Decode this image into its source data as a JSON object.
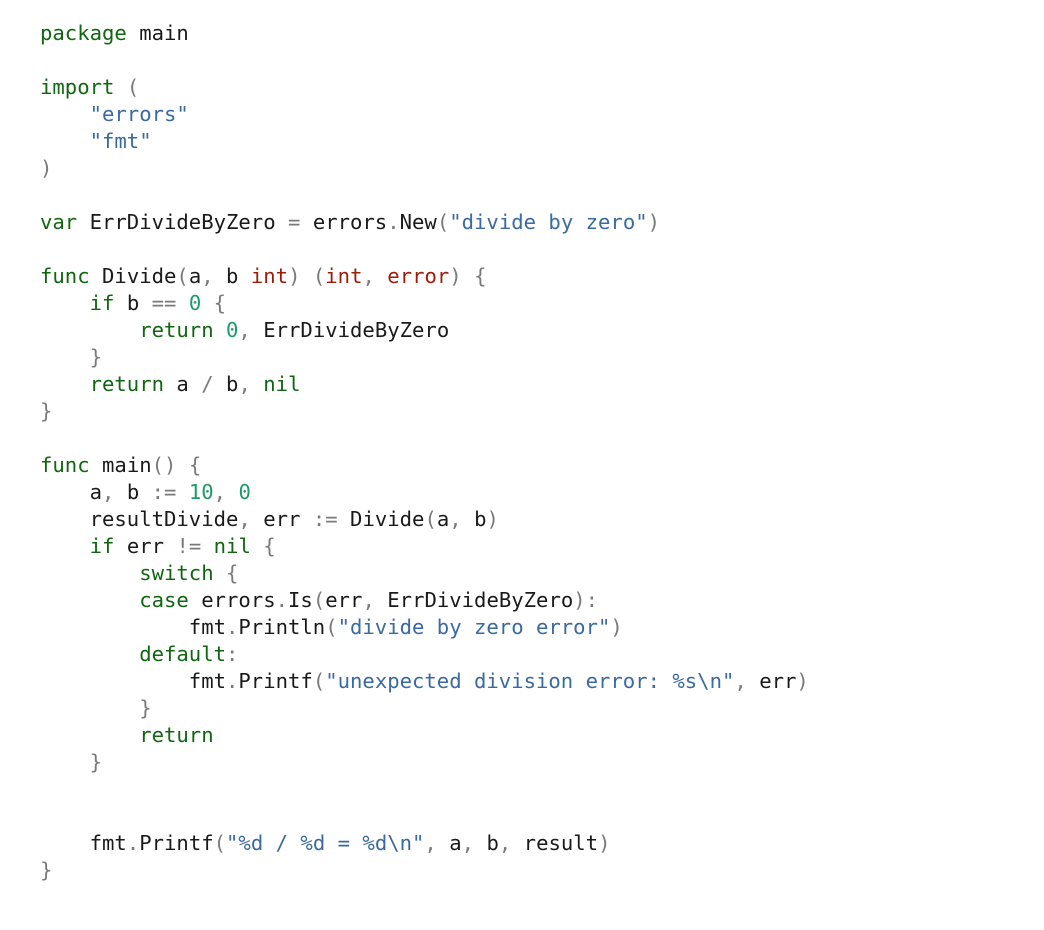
{
  "colors": {
    "keyword": "#116611",
    "type": "#9a1d0c",
    "string": "#3a6aa0",
    "number": "#1e9b69",
    "punctuation": "#7a7a7a",
    "identifier": "#1a1a1a",
    "background": "#ffffff"
  },
  "lines": [
    [
      {
        "t": "kw",
        "v": "package"
      },
      {
        "t": "ws",
        "v": " "
      },
      {
        "t": "id",
        "v": "main"
      }
    ],
    [],
    [
      {
        "t": "kw",
        "v": "import"
      },
      {
        "t": "ws",
        "v": " "
      },
      {
        "t": "pn",
        "v": "("
      }
    ],
    [
      {
        "t": "ws",
        "v": "    "
      },
      {
        "t": "str",
        "v": "\"errors\""
      }
    ],
    [
      {
        "t": "ws",
        "v": "    "
      },
      {
        "t": "str",
        "v": "\"fmt\""
      }
    ],
    [
      {
        "t": "pn",
        "v": ")"
      }
    ],
    [],
    [
      {
        "t": "kw",
        "v": "var"
      },
      {
        "t": "ws",
        "v": " "
      },
      {
        "t": "id",
        "v": "ErrDivideByZero"
      },
      {
        "t": "ws",
        "v": " "
      },
      {
        "t": "op",
        "v": "="
      },
      {
        "t": "ws",
        "v": " "
      },
      {
        "t": "id",
        "v": "errors"
      },
      {
        "t": "pn",
        "v": "."
      },
      {
        "t": "id",
        "v": "New"
      },
      {
        "t": "pn",
        "v": "("
      },
      {
        "t": "str",
        "v": "\"divide by zero\""
      },
      {
        "t": "pn",
        "v": ")"
      }
    ],
    [],
    [
      {
        "t": "kw",
        "v": "func"
      },
      {
        "t": "ws",
        "v": " "
      },
      {
        "t": "id",
        "v": "Divide"
      },
      {
        "t": "pn",
        "v": "("
      },
      {
        "t": "id",
        "v": "a"
      },
      {
        "t": "pn",
        "v": ","
      },
      {
        "t": "ws",
        "v": " "
      },
      {
        "t": "id",
        "v": "b"
      },
      {
        "t": "ws",
        "v": " "
      },
      {
        "t": "ty",
        "v": "int"
      },
      {
        "t": "pn",
        "v": ")"
      },
      {
        "t": "ws",
        "v": " "
      },
      {
        "t": "pn",
        "v": "("
      },
      {
        "t": "ty",
        "v": "int"
      },
      {
        "t": "pn",
        "v": ","
      },
      {
        "t": "ws",
        "v": " "
      },
      {
        "t": "ty",
        "v": "error"
      },
      {
        "t": "pn",
        "v": ")"
      },
      {
        "t": "ws",
        "v": " "
      },
      {
        "t": "pn",
        "v": "{"
      }
    ],
    [
      {
        "t": "ws",
        "v": "    "
      },
      {
        "t": "kw",
        "v": "if"
      },
      {
        "t": "ws",
        "v": " "
      },
      {
        "t": "id",
        "v": "b"
      },
      {
        "t": "ws",
        "v": " "
      },
      {
        "t": "op",
        "v": "=="
      },
      {
        "t": "ws",
        "v": " "
      },
      {
        "t": "num",
        "v": "0"
      },
      {
        "t": "ws",
        "v": " "
      },
      {
        "t": "pn",
        "v": "{"
      }
    ],
    [
      {
        "t": "ws",
        "v": "        "
      },
      {
        "t": "kw",
        "v": "return"
      },
      {
        "t": "ws",
        "v": " "
      },
      {
        "t": "num",
        "v": "0"
      },
      {
        "t": "pn",
        "v": ","
      },
      {
        "t": "ws",
        "v": " "
      },
      {
        "t": "id",
        "v": "ErrDivideByZero"
      }
    ],
    [
      {
        "t": "ws",
        "v": "    "
      },
      {
        "t": "pn",
        "v": "}"
      }
    ],
    [
      {
        "t": "ws",
        "v": "    "
      },
      {
        "t": "kw",
        "v": "return"
      },
      {
        "t": "ws",
        "v": " "
      },
      {
        "t": "id",
        "v": "a"
      },
      {
        "t": "ws",
        "v": " "
      },
      {
        "t": "op",
        "v": "/"
      },
      {
        "t": "ws",
        "v": " "
      },
      {
        "t": "id",
        "v": "b"
      },
      {
        "t": "pn",
        "v": ","
      },
      {
        "t": "ws",
        "v": " "
      },
      {
        "t": "kw",
        "v": "nil"
      }
    ],
    [
      {
        "t": "pn",
        "v": "}"
      }
    ],
    [],
    [
      {
        "t": "kw",
        "v": "func"
      },
      {
        "t": "ws",
        "v": " "
      },
      {
        "t": "id",
        "v": "main"
      },
      {
        "t": "pn",
        "v": "()"
      },
      {
        "t": "ws",
        "v": " "
      },
      {
        "t": "pn",
        "v": "{"
      }
    ],
    [
      {
        "t": "ws",
        "v": "    "
      },
      {
        "t": "id",
        "v": "a"
      },
      {
        "t": "pn",
        "v": ","
      },
      {
        "t": "ws",
        "v": " "
      },
      {
        "t": "id",
        "v": "b"
      },
      {
        "t": "ws",
        "v": " "
      },
      {
        "t": "op",
        "v": ":="
      },
      {
        "t": "ws",
        "v": " "
      },
      {
        "t": "num",
        "v": "10"
      },
      {
        "t": "pn",
        "v": ","
      },
      {
        "t": "ws",
        "v": " "
      },
      {
        "t": "num",
        "v": "0"
      }
    ],
    [
      {
        "t": "ws",
        "v": "    "
      },
      {
        "t": "id",
        "v": "resultDivide"
      },
      {
        "t": "pn",
        "v": ","
      },
      {
        "t": "ws",
        "v": " "
      },
      {
        "t": "id",
        "v": "err"
      },
      {
        "t": "ws",
        "v": " "
      },
      {
        "t": "op",
        "v": ":="
      },
      {
        "t": "ws",
        "v": " "
      },
      {
        "t": "id",
        "v": "Divide"
      },
      {
        "t": "pn",
        "v": "("
      },
      {
        "t": "id",
        "v": "a"
      },
      {
        "t": "pn",
        "v": ","
      },
      {
        "t": "ws",
        "v": " "
      },
      {
        "t": "id",
        "v": "b"
      },
      {
        "t": "pn",
        "v": ")"
      }
    ],
    [
      {
        "t": "ws",
        "v": "    "
      },
      {
        "t": "kw",
        "v": "if"
      },
      {
        "t": "ws",
        "v": " "
      },
      {
        "t": "id",
        "v": "err"
      },
      {
        "t": "ws",
        "v": " "
      },
      {
        "t": "op",
        "v": "!="
      },
      {
        "t": "ws",
        "v": " "
      },
      {
        "t": "kw",
        "v": "nil"
      },
      {
        "t": "ws",
        "v": " "
      },
      {
        "t": "pn",
        "v": "{"
      }
    ],
    [
      {
        "t": "ws",
        "v": "        "
      },
      {
        "t": "kw",
        "v": "switch"
      },
      {
        "t": "ws",
        "v": " "
      },
      {
        "t": "pn",
        "v": "{"
      }
    ],
    [
      {
        "t": "ws",
        "v": "        "
      },
      {
        "t": "kw",
        "v": "case"
      },
      {
        "t": "ws",
        "v": " "
      },
      {
        "t": "id",
        "v": "errors"
      },
      {
        "t": "pn",
        "v": "."
      },
      {
        "t": "id",
        "v": "Is"
      },
      {
        "t": "pn",
        "v": "("
      },
      {
        "t": "id",
        "v": "err"
      },
      {
        "t": "pn",
        "v": ","
      },
      {
        "t": "ws",
        "v": " "
      },
      {
        "t": "id",
        "v": "ErrDivideByZero"
      },
      {
        "t": "pn",
        "v": "):"
      }
    ],
    [
      {
        "t": "ws",
        "v": "            "
      },
      {
        "t": "id",
        "v": "fmt"
      },
      {
        "t": "pn",
        "v": "."
      },
      {
        "t": "id",
        "v": "Println"
      },
      {
        "t": "pn",
        "v": "("
      },
      {
        "t": "str",
        "v": "\"divide by zero error\""
      },
      {
        "t": "pn",
        "v": ")"
      }
    ],
    [
      {
        "t": "ws",
        "v": "        "
      },
      {
        "t": "kw",
        "v": "default"
      },
      {
        "t": "pn",
        "v": ":"
      }
    ],
    [
      {
        "t": "ws",
        "v": "            "
      },
      {
        "t": "id",
        "v": "fmt"
      },
      {
        "t": "pn",
        "v": "."
      },
      {
        "t": "id",
        "v": "Printf"
      },
      {
        "t": "pn",
        "v": "("
      },
      {
        "t": "str",
        "v": "\"unexpected division error: %s\\n\""
      },
      {
        "t": "pn",
        "v": ","
      },
      {
        "t": "ws",
        "v": " "
      },
      {
        "t": "id",
        "v": "err"
      },
      {
        "t": "pn",
        "v": ")"
      }
    ],
    [
      {
        "t": "ws",
        "v": "        "
      },
      {
        "t": "pn",
        "v": "}"
      }
    ],
    [
      {
        "t": "ws",
        "v": "        "
      },
      {
        "t": "kw",
        "v": "return"
      }
    ],
    [
      {
        "t": "ws",
        "v": "    "
      },
      {
        "t": "pn",
        "v": "}"
      }
    ],
    [],
    [],
    [
      {
        "t": "ws",
        "v": "    "
      },
      {
        "t": "id",
        "v": "fmt"
      },
      {
        "t": "pn",
        "v": "."
      },
      {
        "t": "id",
        "v": "Printf"
      },
      {
        "t": "pn",
        "v": "("
      },
      {
        "t": "str",
        "v": "\"%d / %d = %d\\n\""
      },
      {
        "t": "pn",
        "v": ","
      },
      {
        "t": "ws",
        "v": " "
      },
      {
        "t": "id",
        "v": "a"
      },
      {
        "t": "pn",
        "v": ","
      },
      {
        "t": "ws",
        "v": " "
      },
      {
        "t": "id",
        "v": "b"
      },
      {
        "t": "pn",
        "v": ","
      },
      {
        "t": "ws",
        "v": " "
      },
      {
        "t": "id",
        "v": "result"
      },
      {
        "t": "pn",
        "v": ")"
      }
    ],
    [
      {
        "t": "pn",
        "v": "}"
      }
    ]
  ]
}
